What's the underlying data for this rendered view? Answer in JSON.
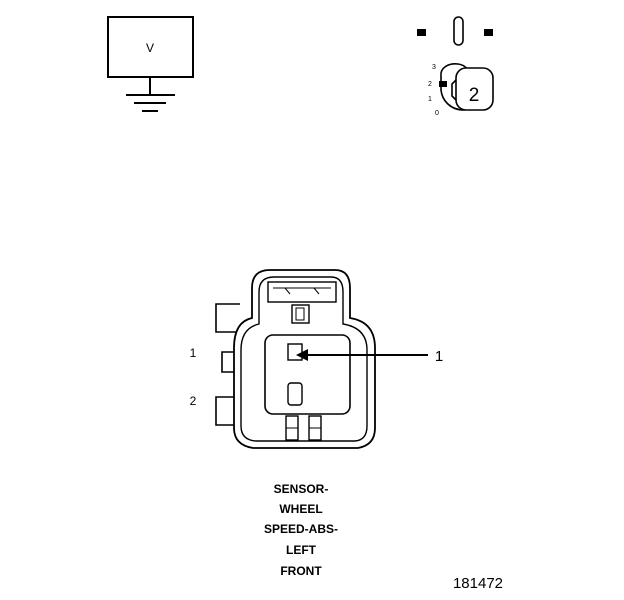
{
  "voltmeter": {
    "label": "V"
  },
  "ignition": {
    "positions": [
      "3",
      "2",
      "1",
      "0"
    ],
    "key_position": "2"
  },
  "connector": {
    "pin_labels": [
      "1",
      "2"
    ],
    "callout": "1"
  },
  "caption": {
    "lines": [
      "SENSOR-",
      "WHEEL",
      "SPEED-ABS-",
      "LEFT",
      "FRONT"
    ]
  },
  "figure_id": "181472",
  "colors": {
    "ink": "#000000",
    "paper": "#ffffff"
  }
}
